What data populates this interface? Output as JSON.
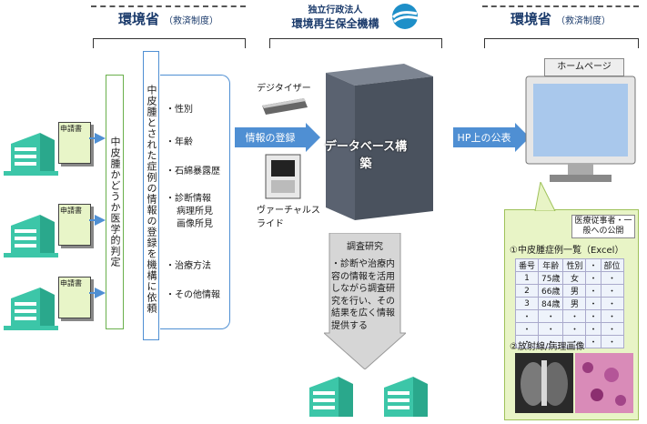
{
  "header_left": {
    "main": "環境省",
    "sub": "（救済制度）"
  },
  "header_center": {
    "line1": "独立行政法人",
    "line2": "環境再生保全機構"
  },
  "header_right": {
    "main": "環境省",
    "sub": "（救済制度）"
  },
  "applicant_label": "申請書",
  "judgment_text": "中皮腫かどうか医学的判定",
  "request_text": "中皮腫とされた症例の情報の登録を機構に依頼",
  "info_items": [
    "・性別",
    "・年齢",
    "・石綿暴露歴",
    "・診断情報",
    "病理所見",
    "画像所見",
    "・治療方法",
    "・その他情報"
  ],
  "digitizer_label": "デジタイザー",
  "virtual_slide_label": "ヴァーチャルスライド",
  "arrow_register": "情報の登録",
  "database_label": "データベース構築",
  "arrow_publish": "HP上の公表",
  "homepage_label": "ホームページ",
  "research": {
    "title": "調査研究",
    "body": "・診断や治療内容の情報を活用しながら調査研究を行い、その結果を広く情報提供する"
  },
  "public_note": "医療従事者・一般への公開",
  "case_list_title": "①中皮腫症例一覧（Excel）",
  "table_headers": [
    "番号",
    "年齢",
    "性別",
    "・",
    "部位"
  ],
  "table_rows": [
    [
      "1",
      "75歳",
      "女",
      "・",
      "・"
    ],
    [
      "2",
      "66歳",
      "男",
      "・",
      "・"
    ],
    [
      "3",
      "84歳",
      "男",
      "・",
      "・"
    ],
    [
      "・",
      "・",
      "・",
      "・",
      "・"
    ],
    [
      "・",
      "・",
      "・",
      "・",
      "・"
    ],
    [
      "・",
      "・",
      "・",
      "・",
      "・"
    ]
  ],
  "image_section_title": "②放射線/病理画像"
}
